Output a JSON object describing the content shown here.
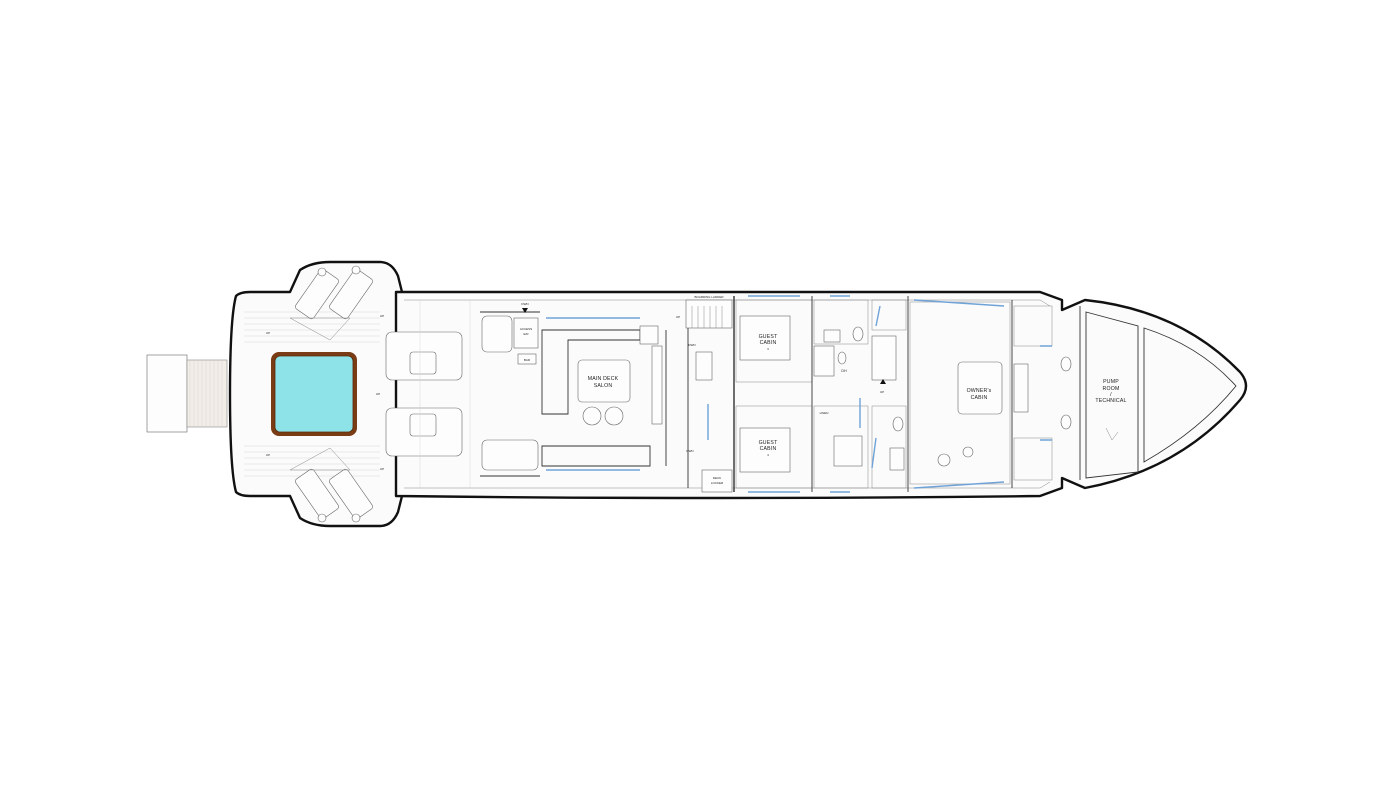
{
  "labels": {
    "up_1": "UP",
    "up_2": "UP",
    "up_3": "UP",
    "up_4": "UP",
    "up_5": "UP",
    "up_6": "UP",
    "up_7": "UP",
    "up_8": "UP",
    "down_1": "DWN",
    "down_2": "DWN",
    "down_3": "DWN",
    "access_1": "ACCESS",
    "access_2": "E/R",
    "bar": "BAR",
    "boarding_ladder": "BOARDING LADDER",
    "main_deck": "MAIN DECK",
    "salon": "SALON",
    "guest_cabin_top_1": "GUEST",
    "guest_cabin_top_2": "CABIN",
    "guest_cabin_top_3": "3",
    "guest_cabin_bottom_1": "GUEST",
    "guest_cabin_bottom_2": "CABIN",
    "guest_cabin_bottom_3": "4",
    "dh": "DH",
    "linen": "LINEN",
    "deck_locker_1": "DECK",
    "deck_locker_2": "LOCKER",
    "owners_cabin_1": "OWNER's",
    "owners_cabin_2": "CABIN",
    "pump_room_1": "PUMP",
    "pump_room_2": "ROOM",
    "pump_room_3": "/",
    "pump_room_4": "TECHNICAL"
  },
  "colors": {
    "pool_water": "#8de3e8",
    "pool_rim": "#7a3c14",
    "glazing": "#6fa3d8",
    "hull_outline": "#111111"
  }
}
